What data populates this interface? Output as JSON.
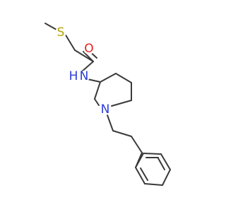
{
  "molecule": {
    "colors": {
      "bond": "#3a3a3a",
      "sulfur": "#b5a400",
      "oxygen": "#e8201c",
      "nitrogen": "#2a3cd8",
      "background": "#ffffff"
    },
    "atoms": {
      "sulfur": {
        "label": "S",
        "color_key": "sulfur"
      },
      "oxygen": {
        "label": "O",
        "color_key": "oxygen"
      },
      "amide_nitrogen": {
        "label": "N",
        "color_key": "nitrogen"
      },
      "amide_hydrogen": {
        "label": "H",
        "color_key": "nitrogen"
      },
      "ring_nitrogen": {
        "label": "N",
        "color_key": "nitrogen"
      }
    }
  }
}
